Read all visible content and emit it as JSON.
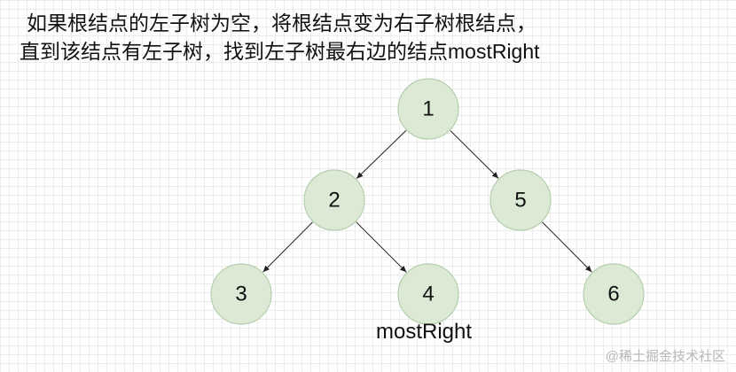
{
  "caption": {
    "line1": "如果根结点的左子树为空，将根结点变为右子树根结点，",
    "line2": "直到该结点有左子树，找到左子树最右边的结点mostRight"
  },
  "tree": {
    "nodes": [
      {
        "id": "n1",
        "label": "1"
      },
      {
        "id": "n2",
        "label": "2"
      },
      {
        "id": "n5",
        "label": "5"
      },
      {
        "id": "n3",
        "label": "3"
      },
      {
        "id": "n4",
        "label": "4"
      },
      {
        "id": "n6",
        "label": "6"
      }
    ],
    "edges": [
      {
        "from": "n1",
        "to": "n2"
      },
      {
        "from": "n1",
        "to": "n5"
      },
      {
        "from": "n2",
        "to": "n3"
      },
      {
        "from": "n2",
        "to": "n4"
      },
      {
        "from": "n5",
        "to": "n6"
      }
    ],
    "annotation": {
      "node": "n4",
      "text": "mostRight"
    }
  },
  "watermark": "@稀土掘金技术社区",
  "colors": {
    "node_fill": "#dbe9d5",
    "node_stroke": "#b5cfae",
    "edge": "#222222"
  }
}
